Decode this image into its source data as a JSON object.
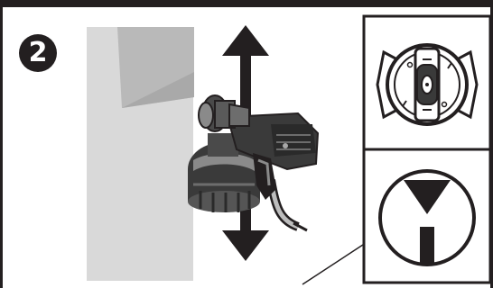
{
  "step": {
    "number": "2"
  },
  "colors": {
    "ink": "#231f20",
    "wall": "#d9d9d9",
    "spray": "#bdbdbd",
    "device_dark": "#3a3a3a",
    "device_mid": "#6d6d6d",
    "device_light": "#a8a8a8"
  },
  "icons": [
    "vertical-double-arrow",
    "paint-sprayer",
    "air-cap-vertical-position",
    "vertical-spray-pattern-symbol"
  ]
}
